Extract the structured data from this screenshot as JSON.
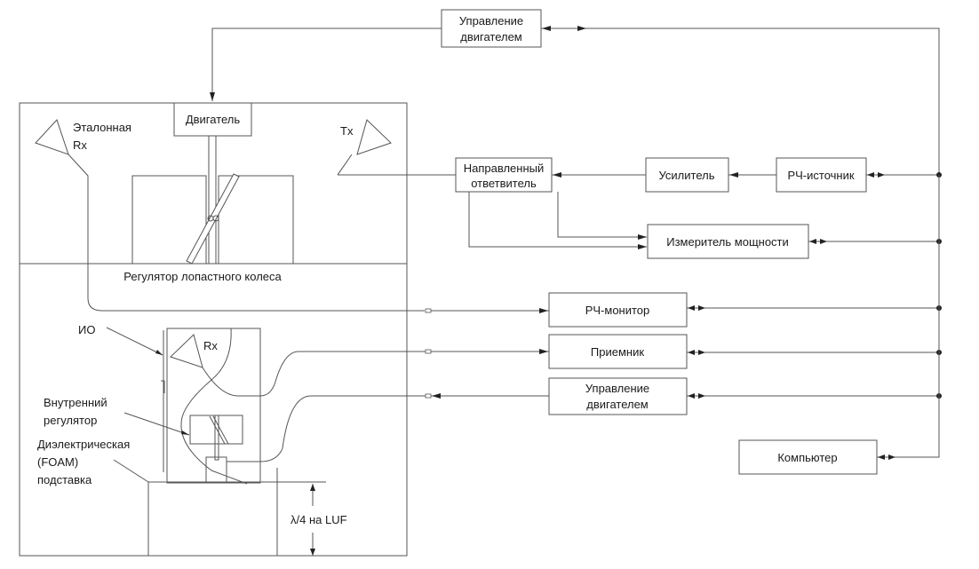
{
  "diagram": {
    "chamber": {
      "motor_label": "Двигатель",
      "reference_rx_label_line1": "Эталонная",
      "reference_rx_label_line2": "Rx",
      "tx_label": "Tx",
      "paddle_label": "Регулятор лопастного колеса",
      "eut_label": "ИО",
      "eut_rx_label": "Rx",
      "inner_tuner_line1": "Внутренний",
      "inner_tuner_line2": "регулятор",
      "foam_line1": "Диэлектрическая",
      "foam_line2": "(FOAM)",
      "foam_line3": "подставка",
      "height_label": "λ/4 на LUF"
    },
    "blocks": {
      "motor_control_top_line1": "Управление",
      "motor_control_top_line2": "двигателем",
      "directional_coupler_line1": "Направленный",
      "directional_coupler_line2": "ответвитель",
      "amplifier": "Усилитель",
      "rf_source": "РЧ-источник",
      "power_meter": "Измеритель мощности",
      "rf_monitor": "РЧ-монитор",
      "receiver": "Приемник",
      "motor_control_bottom_line1": "Управление",
      "motor_control_bottom_line2": "двигателем",
      "computer": "Компьютер"
    }
  }
}
